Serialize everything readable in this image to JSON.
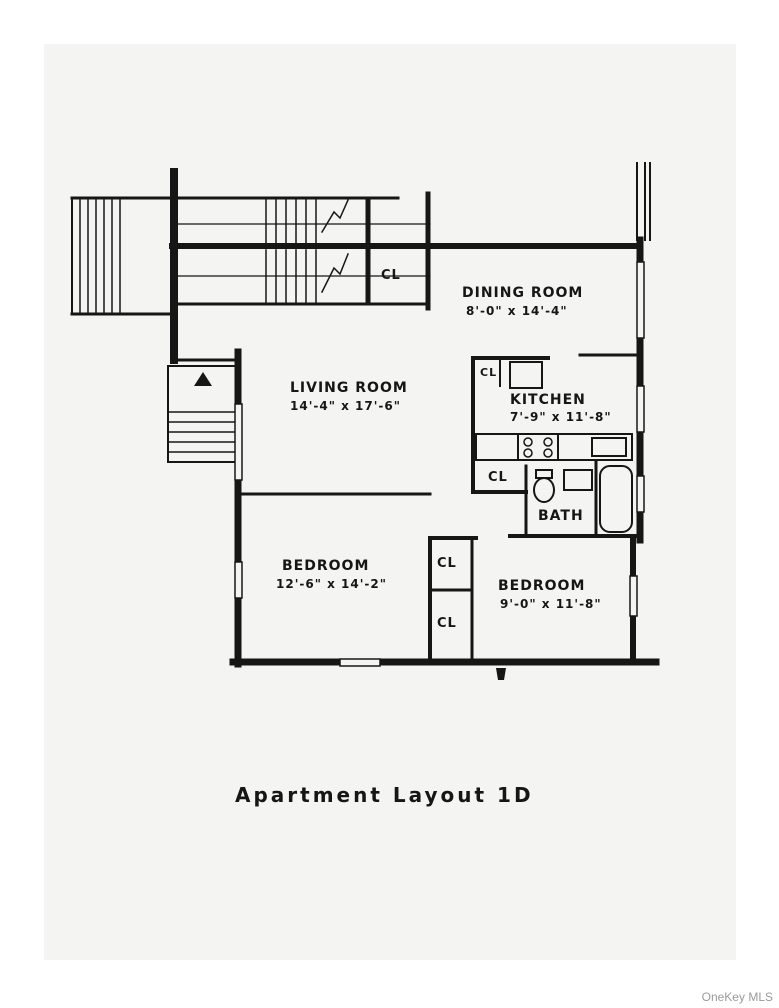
{
  "plan": {
    "title": "Apartment Layout   1D",
    "rooms": {
      "dining": {
        "name": "DINING ROOM",
        "dims": "8'-0\" x 14'-4\""
      },
      "living": {
        "name": "LIVING ROOM",
        "dims": "14'-4\" x 17'-6\""
      },
      "kitchen": {
        "name": "KITCHEN",
        "dims": "7'-9\" x 11'-8\""
      },
      "bath": {
        "name": "BATH"
      },
      "bedroom1": {
        "name": "BEDROOM",
        "dims": "12'-6\" x 14'-2\""
      },
      "bedroom2": {
        "name": "BEDROOM",
        "dims": "9'-0\" x 11'-8\""
      }
    },
    "closets": [
      "CL",
      "CL",
      "CL",
      "CL",
      "CL"
    ]
  },
  "watermark": "OneKey MLS",
  "colors": {
    "ink": "#161616",
    "paper": "#f4f4f2"
  }
}
